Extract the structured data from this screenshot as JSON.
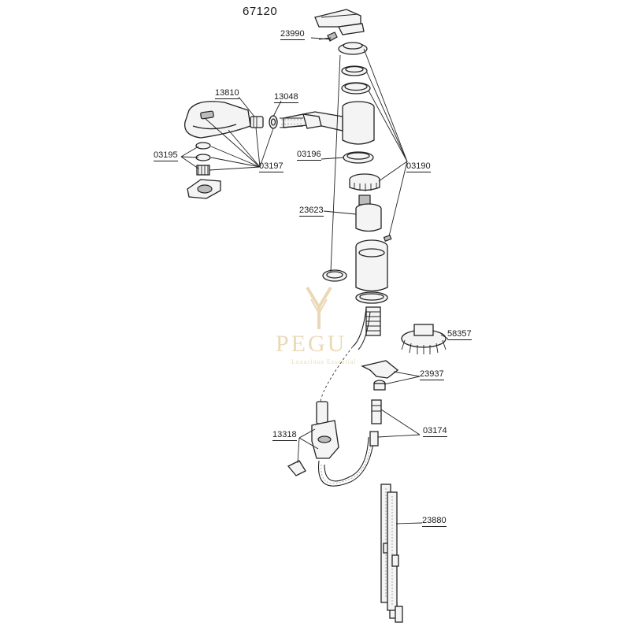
{
  "title": "67120",
  "watermark": {
    "name": "PEGU",
    "tagline": "Luxurious Essential"
  },
  "labels": {
    "p23990": "23990",
    "p13810": "13810",
    "p13048": "13048",
    "p03195": "03195",
    "p03197": "03197",
    "p03196": "03196",
    "p03190": "03190",
    "p23623": "23623",
    "p58357": "58357",
    "p23937": "23937",
    "p13318": "13318",
    "p03174": "03174",
    "p23880": "23880"
  }
}
